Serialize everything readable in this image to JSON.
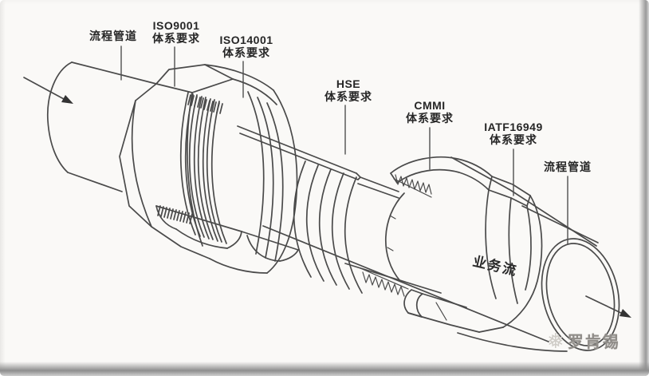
{
  "labels": {
    "pipe_left": "流程管道",
    "iso9001": {
      "line1": "ISO9001",
      "line2": "体系要求"
    },
    "iso14001": {
      "line1": "ISO14001",
      "line2": "体系要求"
    },
    "hse": {
      "line1": "HSE",
      "line2": "体系要求"
    },
    "cmmi": {
      "line1": "CMMI",
      "line2": "体系要求"
    },
    "iatf16949": {
      "line1": "IATF16949",
      "line2": "体系要求"
    },
    "pipe_right": "流程管道",
    "business_flow": "业务流",
    "watermark": "罗肯锡"
  },
  "icons": {
    "flow_in": "arrow-down-right",
    "flow_out": "arrow-down-right",
    "watermark_icon": "snowflake",
    "watermark_icon_glyph": "❅"
  },
  "colors": {
    "line": "#4a4a4a",
    "label_text": "#262626",
    "watermark_text": "#908d89",
    "paper": "#faf9f7",
    "frame_shadow": "#8e8e8e"
  }
}
